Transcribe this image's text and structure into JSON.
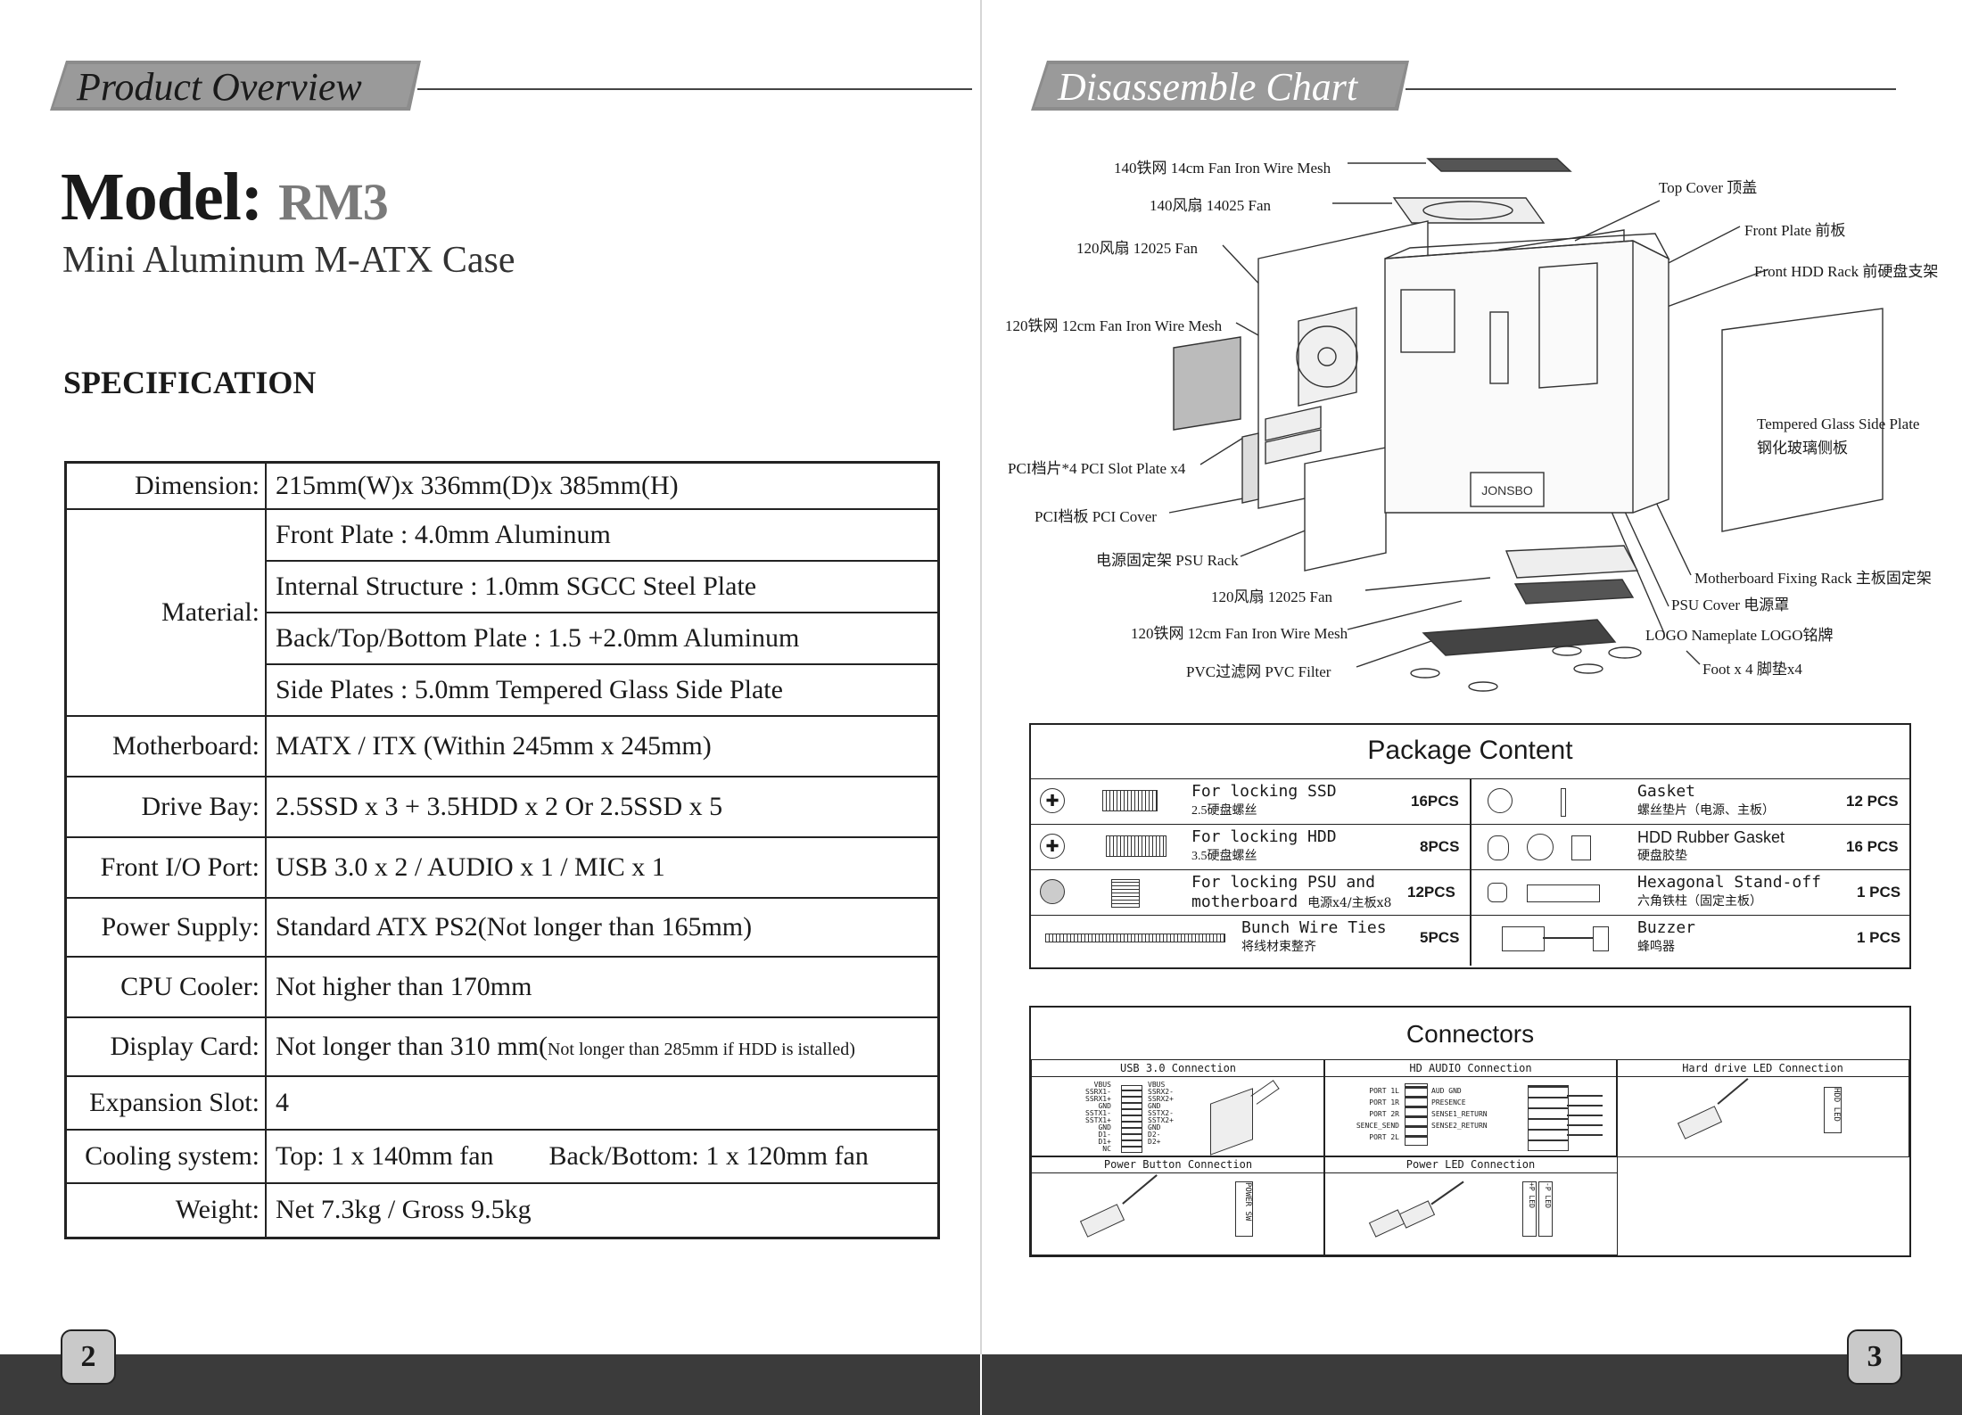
{
  "left_page": {
    "banner_title": "Product Overview",
    "model_label": "Model:",
    "model_code": "RM3",
    "subtitle": "Mini Aluminum M-ATX Case",
    "spec_heading": "SPECIFICATION",
    "spec": {
      "dimension": {
        "label": "Dimension:",
        "value": "215mm(W)x 336mm(D)x 385mm(H)"
      },
      "material": {
        "label": "Material:",
        "rows": [
          "Front Plate  : 4.0mm Aluminum",
          "Internal Structure : 1.0mm SGCC Steel Plate",
          "Back/Top/Bottom Plate : 1.5 +2.0mm  Aluminum",
          "Side   Plates    : 5.0mm Tempered Glass Side Plate"
        ]
      },
      "motherboard": {
        "label": "Motherboard:",
        "value": "MATX / ITX (Within 245mm x 245mm)"
      },
      "drive_bay": {
        "label": "Drive Bay:",
        "value": "2.5SSD x 3 + 3.5HDD x 2  Or  2.5SSD x 5"
      },
      "front_io": {
        "label": "Front I/O Port:",
        "value": "USB 3.0 x 2 / AUDIO x 1 / MIC x 1"
      },
      "power_supply": {
        "label": "Power Supply:",
        "value": "Standard ATX PS2(Not longer than 165mm)"
      },
      "cpu_cooler": {
        "label": "CPU Cooler:",
        "value": "Not higher than 170mm"
      },
      "display_card": {
        "label": "Display Card:",
        "value": "Not longer than 310 mm(",
        "value_small": "Not longer than 285mm if HDD is istalled)"
      },
      "expansion": {
        "label": "Expansion Slot:",
        "value": "4"
      },
      "cooling": {
        "label": "Cooling system:",
        "value_a": "Top: 1 x 140mm fan",
        "value_b": "Back/Bottom: 1 x 120mm fan"
      },
      "weight": {
        "label": "Weight:",
        "value": "Net 7.3kg / Gross 9.5kg"
      }
    },
    "page_number": "2"
  },
  "right_page": {
    "banner_title": "Disassemble Chart",
    "callouts": {
      "mesh140": "140铁网  14cm Fan Iron Wire Mesh",
      "fan140": "140风扇  14025 Fan",
      "fan120a": "120风扇  12025 Fan",
      "mesh120a": "120铁网  12cm Fan Iron Wire Mesh",
      "pci_slot": "PCI档片*4  PCI Slot Plate x4",
      "pci_cover": "PCI档板  PCI Cover",
      "psu_rack": "电源固定架  PSU Rack",
      "fan120b": "120风扇  12025 Fan",
      "mesh120b": "120铁网 12cm Fan Iron Wire Mesh",
      "pvc": "PVC过滤网  PVC  Filter",
      "top_cover": "Top Cover  顶盖",
      "front_plate": "Front Plate  前板",
      "front_hdd": "Front HDD Rack  前硬盘支架",
      "glass_1": "Tempered Glass Side Plate",
      "glass_2": "钢化玻璃侧板",
      "mb_rack": "Motherboard Fixing Rack  主板固定架",
      "psu_cover": "PSU Cover  电源罩",
      "logo": "LOGO Nameplate  LOGO铭牌",
      "foot": "Foot x 4  脚垫x4"
    },
    "case_label": "JONSBO",
    "package": {
      "title": "Package Content",
      "left_items": [
        {
          "name": "For locking  SSD",
          "cn": "2.5硬盘螺丝",
          "qty": "16PCS"
        },
        {
          "name": "For locking  HDD",
          "cn": "3.5硬盘螺丝",
          "qty": "8PCS"
        },
        {
          "name": "For locking PSU and",
          "name2": "motherboard",
          "cn": "电源x4/主板x8",
          "qty": "12PCS"
        },
        {
          "name": "Bunch Wire Ties",
          "cn": "将线材束整齐",
          "qty": "5PCS"
        }
      ],
      "right_items": [
        {
          "name": "Gasket",
          "cn": "螺丝垫片（电源、主板）",
          "qty": "12 PCS"
        },
        {
          "name": "HDD Rubber Gasket",
          "cn": "硬盘胶垫",
          "qty": "16 PCS"
        },
        {
          "name": "Hexagonal Stand-off",
          "cn": "六角铁柱（固定主板）",
          "qty": "1 PCS"
        },
        {
          "name": "Buzzer",
          "cn": "蜂鸣器",
          "qty": "1 PCS"
        }
      ]
    },
    "connectors": {
      "title": "Connectors",
      "usb": "USB 3.0 Connection",
      "audio": "HD AUDIO Connection",
      "hdd_led": "Hard drive LED Connection",
      "power_btn": "Power Button Connection",
      "power_led": "Power LED Connection",
      "usb_pins_left": [
        "VBUS",
        "SSRX1-",
        "SSRX1+",
        "GND",
        "SSTX1-",
        "SSTX1+",
        "GND",
        "D1-",
        "D1+",
        "NC"
      ],
      "usb_pins_right": [
        "VBUS",
        "SSRX2-",
        "SSRX2+",
        "GND",
        "SSTX2-",
        "SSTX2+",
        "GND",
        "D2-",
        "D2+"
      ],
      "audio_pins_left": [
        "PORT 1L",
        "PORT 1R",
        "PORT 2R",
        "SENCE_SEND",
        "PORT 2L"
      ],
      "audio_pins_right": [
        "AUD GND",
        "PRESENCE",
        "SENSE1_RETURN",
        "",
        "SENSE2_RETURN"
      ],
      "hdd_tag": "HDD LED",
      "pwr_tag": "POWER SW",
      "led_tag_1": "+P LED",
      "led_tag_2": "-P LED"
    },
    "page_number": "3"
  }
}
